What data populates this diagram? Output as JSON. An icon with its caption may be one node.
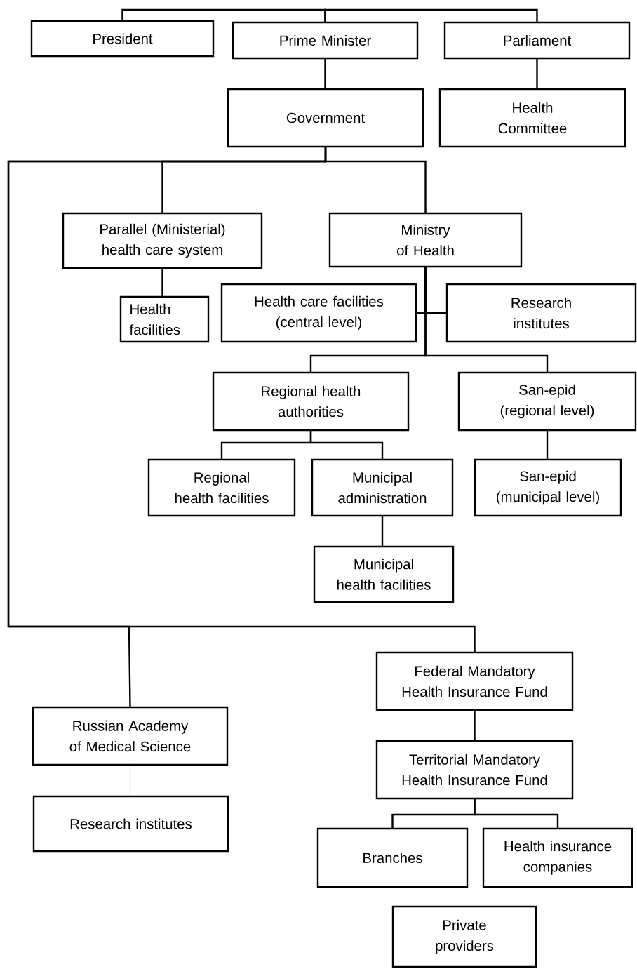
{
  "diagram": {
    "nodes": [
      {
        "text": [
          "President"
        ]
      },
      {
        "text": [
          "Prime Minister"
        ]
      },
      {
        "text": [
          "Parliament"
        ]
      },
      {
        "text": [
          "Government"
        ]
      },
      {
        "text": [
          "Health Committee"
        ]
      },
      {
        "text": [
          "Parallel (Ministerial) health care system"
        ]
      },
      {
        "text": [
          "Ministry of Health"
        ]
      },
      {
        "text": [
          "Health facilities"
        ]
      },
      {
        "text": [
          "Health care facilities (central level)"
        ]
      },
      {
        "text": [
          "Research institutes"
        ]
      },
      {
        "text": [
          "Regional health authorities"
        ]
      },
      {
        "text": [
          "San-epid (regional level)"
        ]
      },
      {
        "text": [
          "Regional health facilities"
        ]
      },
      {
        "text": [
          "Municipal administration"
        ]
      },
      {
        "text": [
          "San-epid (municipal level)"
        ]
      },
      {
        "text": [
          "Municipal health facilities"
        ]
      },
      {
        "text": [
          "Russian Academy of Medical Science"
        ]
      },
      {
        "text": [
          "Research institutes"
        ]
      },
      {
        "text": [
          "Federal Mandatory Health Insurance Fund"
        ]
      },
      {
        "text": [
          "Territorial Mandatory Health Insurance Fund"
        ]
      },
      {
        "text": [
          "Branches"
        ]
      },
      {
        "text": [
          "Health insurance companies"
        ]
      },
      {
        "text": [
          "Private providers"
        ]
      }
    ],
    "edges": [
      {
        "from": 1,
        "to": 0,
        "arrow": "none"
      },
      {
        "from": 1,
        "to": 2,
        "arrow": "none"
      },
      {
        "from": 1,
        "to": 3,
        "arrow": "none"
      },
      {
        "from": 2,
        "to": 4,
        "arrow": "none"
      },
      {
        "from": 3,
        "to": 5,
        "arrow": "none"
      },
      {
        "from": 3,
        "to": 6,
        "arrow": "none"
      },
      {
        "from": 3,
        "to": 16,
        "arrow": "none"
      },
      {
        "from": 3,
        "to": 18,
        "arrow": "none"
      },
      {
        "from": 5,
        "to": 7,
        "arrow": "none"
      },
      {
        "from": 6,
        "to": 8,
        "arrow": "none"
      },
      {
        "from": 6,
        "to": 9,
        "arrow": "none"
      },
      {
        "from": 6,
        "to": 10,
        "arrow": "none"
      },
      {
        "from": 6,
        "to": 11,
        "arrow": "none"
      },
      {
        "from": 10,
        "to": 12,
        "arrow": "none"
      },
      {
        "from": 10,
        "to": 13,
        "arrow": "none"
      },
      {
        "from": 13,
        "to": 15,
        "arrow": "none"
      },
      {
        "from": 11,
        "to": 14,
        "arrow": "none"
      },
      {
        "from": 16,
        "to": 17,
        "arrow": "none"
      },
      {
        "from": 18,
        "to": 19,
        "arrow": "none"
      },
      {
        "from": 19,
        "to": 20,
        "arrow": "none"
      },
      {
        "from": 19,
        "to": 21,
        "arrow": "none"
      }
    ]
  }
}
